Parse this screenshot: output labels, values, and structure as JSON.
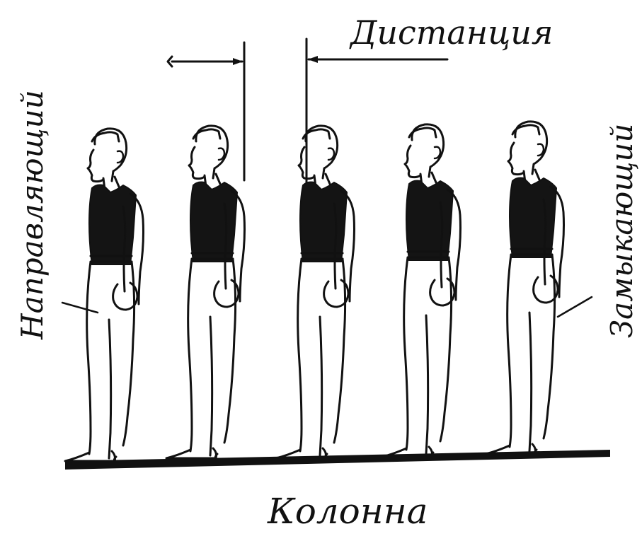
{
  "labels": {
    "distance": "Дистанция",
    "column": "Колонна",
    "leader": "Направляющий",
    "closer": "Замыкающий"
  },
  "figures": {
    "count": 5
  },
  "colors": {
    "ink": "#111111",
    "background": "#ffffff"
  }
}
